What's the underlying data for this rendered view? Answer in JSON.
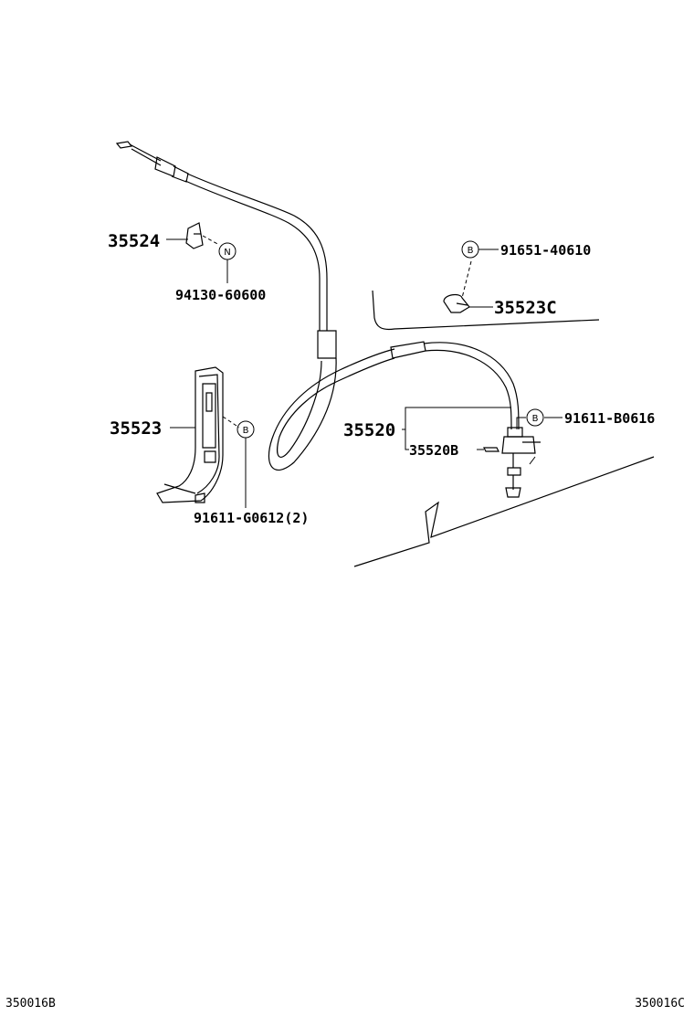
{
  "labels": {
    "p35524": "35524",
    "p94130": "94130-60600",
    "p91651": "91651-40610",
    "p35523c": "35523C",
    "p35523": "35523",
    "p91611g": "91611-G0612(2)",
    "p35520": "35520",
    "p35520b": "35520B",
    "p91611b": "91611-B0616"
  },
  "markers": {
    "n": "N",
    "b": "B"
  },
  "footer": {
    "left_code": "350016B",
    "right_code": "350016C"
  }
}
